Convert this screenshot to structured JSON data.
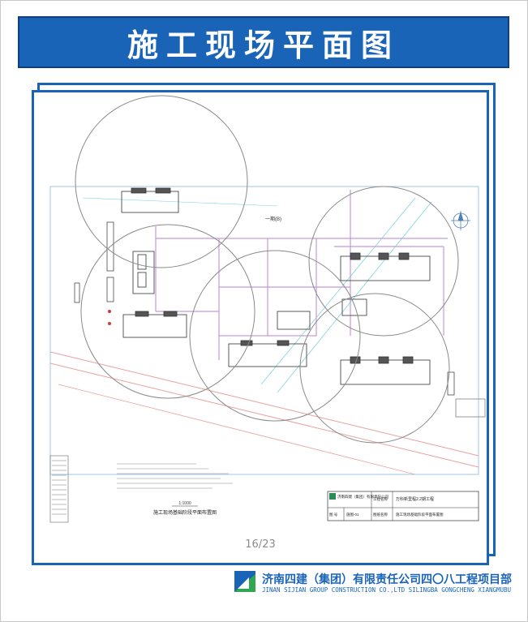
{
  "header": {
    "title": "施工现场平面图"
  },
  "drawing": {
    "plan_caption": "施工现场基础阶段平面布置图",
    "road_label": "一期(B)",
    "scale_note": "1:1000",
    "title_block": {
      "company": "济南四建（集团）有限责任公司",
      "project_label": "工程名称",
      "project_name": "万科新里程2.2期工程",
      "drawing_label": "图纸名称",
      "drawing_name": "施工现场基础阶段平面布置图",
      "row_col1": "图  号",
      "row_col2": "施图-01"
    }
  },
  "pagination": {
    "text": "16/23"
  },
  "footer": {
    "company_cn": "济南四建（集团）有限责任公司四〇八工程项目部",
    "company_en": "JINAN SIJIAN GROUP CONSTRUCTION CO.,LTD SILINGBA GONGCHENG XIANGMUBU"
  },
  "colors": {
    "brand_blue": "#1a64b8",
    "crane_circle": "#8a8a8a",
    "road_red": "#e8a0a0",
    "temp_line_purple": "#c49bd6"
  }
}
